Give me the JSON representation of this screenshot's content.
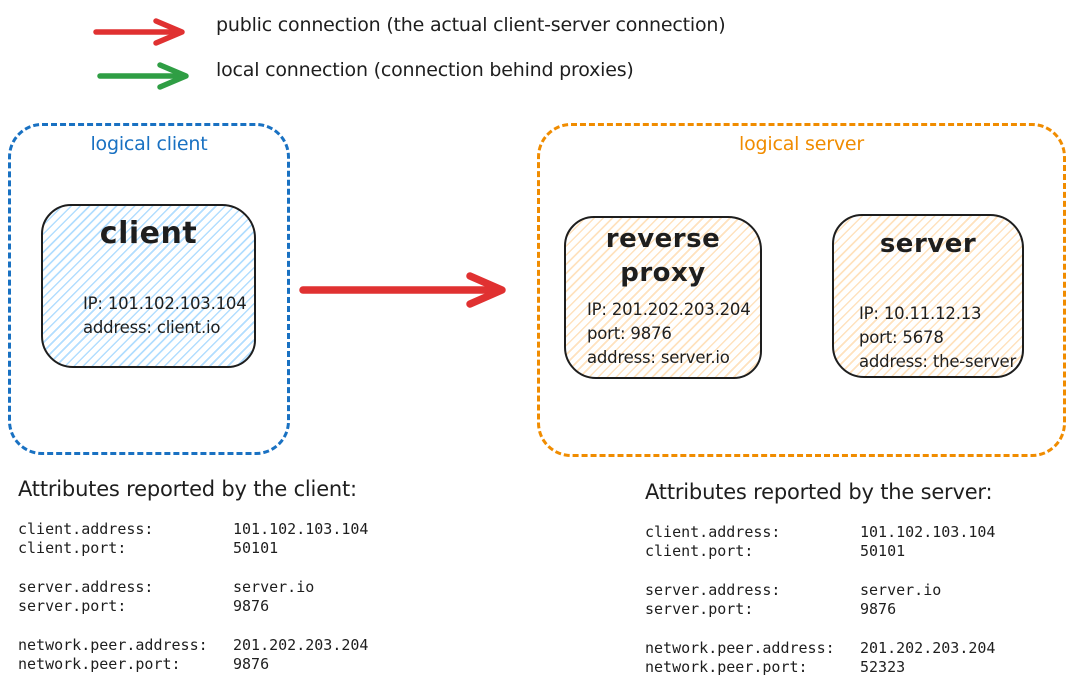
{
  "colors": {
    "red": "#e03131",
    "green": "#2f9e44",
    "blue": "#1971c2",
    "orange": "#f08c00",
    "ink": "#1e1e1e",
    "client_node_fill": "#a5d8ff",
    "server_node_fill": "#ffd8a8"
  },
  "legend": {
    "items": [
      {
        "icon": "red-arrow-icon",
        "color": "#e03131",
        "label": "public connection (the actual client-server connection)"
      },
      {
        "icon": "green-arrow-icon",
        "color": "#2f9e44",
        "label": "local connection (connection behind proxies)"
      }
    ]
  },
  "diagram": {
    "logical_client": {
      "label": "logical client",
      "client_node": {
        "title": "client",
        "lines": [
          "IP: 101.102.103.104",
          "address: client.io"
        ]
      }
    },
    "connection_arrow": {
      "color": "#e03131"
    },
    "logical_server": {
      "label": "logical server",
      "reverse_proxy_node": {
        "title": "reverse proxy",
        "lines": [
          "IP: 201.202.203.204",
          "port: 9876",
          "address: server.io"
        ]
      },
      "server_node": {
        "title": "server",
        "lines": [
          "IP: 10.11.12.13",
          "port: 5678",
          "address: the-server"
        ]
      }
    }
  },
  "attributes_client": {
    "heading": "Attributes reported by the client:",
    "rows": [
      {
        "key": "client.address:",
        "value": "101.102.103.104"
      },
      {
        "key": "client.port:",
        "value": "50101"
      },
      {
        "key": "server.address:",
        "value": "server.io"
      },
      {
        "key": "server.port:",
        "value": "9876"
      },
      {
        "key": "network.peer.address:",
        "value": "201.202.203.204"
      },
      {
        "key": "network.peer.port:",
        "value": "9876"
      }
    ]
  },
  "attributes_server": {
    "heading": "Attributes reported by the server:",
    "rows": [
      {
        "key": "client.address:",
        "value": "101.102.103.104"
      },
      {
        "key": "client.port:",
        "value": "50101"
      },
      {
        "key": "server.address:",
        "value": "server.io"
      },
      {
        "key": "server.port:",
        "value": "9876"
      },
      {
        "key": "network.peer.address:",
        "value": "201.202.203.204"
      },
      {
        "key": "network.peer.port:",
        "value": "52323"
      }
    ]
  }
}
